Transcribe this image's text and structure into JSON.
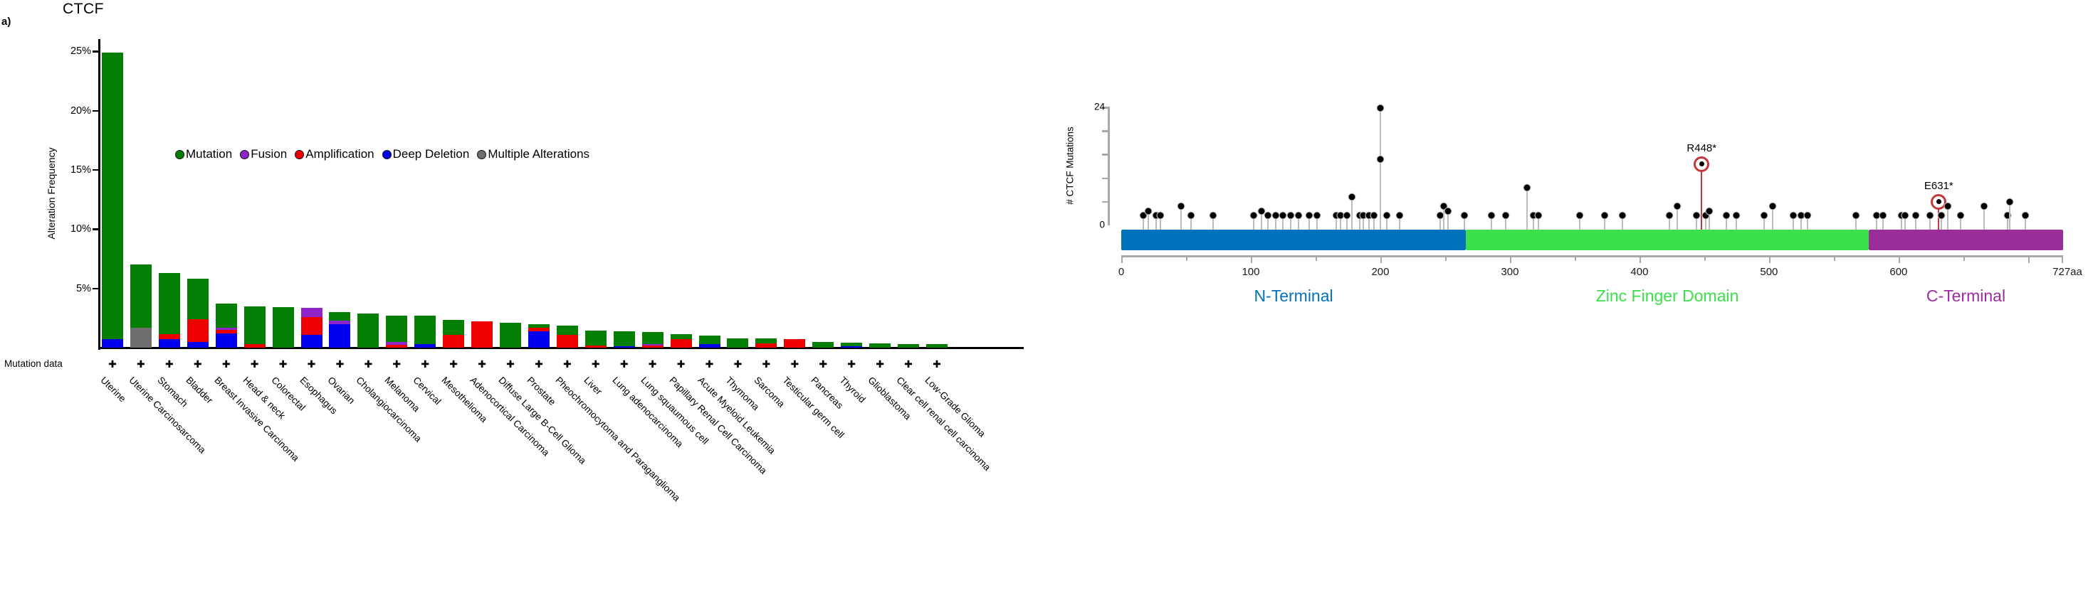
{
  "panel_label": "a)",
  "colors": {
    "mutation": "#067f06",
    "fusion": "#8e24c9",
    "amplification": "#ee0000",
    "deep_deletion": "#0000ee",
    "multiple_alterations": "#6e6e6e",
    "domain_n_terminal": "#0072bc",
    "domain_zinc_finger": "#3be04a",
    "domain_c_terminal": "#9b2d9b",
    "lollipop_stem": "#bcbcb4",
    "lollipop_special": "#c4373d",
    "axis_gray": "#a8a8a8"
  },
  "chart_data": [
    {
      "type": "bar",
      "title": "CTCF",
      "ylabel": "Alteration Frequency",
      "ylim": [
        0,
        26
      ],
      "yticks": [
        {
          "label": "25%",
          "value": 25
        },
        {
          "label": "20%",
          "value": 20
        },
        {
          "label": "15%",
          "value": 15
        },
        {
          "label": "10%",
          "value": 10
        },
        {
          "label": "5%",
          "value": 5
        }
      ],
      "legend": [
        {
          "label": "Mutation",
          "color_key": "mutation"
        },
        {
          "label": "Fusion",
          "color_key": "fusion"
        },
        {
          "label": "Amplification",
          "color_key": "amplification"
        },
        {
          "label": "Deep Deletion",
          "color_key": "deep_deletion"
        },
        {
          "label": "Multiple Alterations",
          "color_key": "multiple_alterations"
        }
      ],
      "mutation_data_label": "Mutation data",
      "mutation_data_symbol": "✚",
      "categories": [
        "Uterine",
        "Uterine Carcinosarcoma",
        "Stomach",
        "Bladder",
        "Breast Invasive Carcinoma",
        "Head & neck",
        "Colorectal",
        "Esophagus",
        "Ovarian",
        "Cholangiocarcinoma",
        "Melanoma",
        "Cervical",
        "Mesothelioma",
        "Adenocortical Carcinoma",
        "Diffuse Large B-Cell Glioma",
        "Prostate",
        "Pheochromocytoma and Paraganglioma",
        "Liver",
        "Lung adenocarcinoma",
        "Lung squaumous cell",
        "Papillary Renal Cell Carcinoma",
        "Acute Myeloid Leukemia",
        "Thymoma",
        "Sarcoma",
        "Testicular germ cell",
        "Pancreas",
        "Thyroid",
        "Glioblastoma",
        "Clear cell renal cell carcinoma",
        "Low-Grade Glioma"
      ],
      "stacks": [
        [
          [
            "deep_deletion",
            0.7
          ],
          [
            "mutation",
            24.2
          ]
        ],
        [
          [
            "multiple_alterations",
            1.7
          ],
          [
            "mutation",
            5.3
          ]
        ],
        [
          [
            "deep_deletion",
            0.7
          ],
          [
            "amplification",
            0.45
          ],
          [
            "mutation",
            5.15
          ]
        ],
        [
          [
            "deep_deletion",
            0.45
          ],
          [
            "amplification",
            1.95
          ],
          [
            "mutation",
            3.4
          ]
        ],
        [
          [
            "deep_deletion",
            1.2
          ],
          [
            "amplification",
            0.3
          ],
          [
            "fusion",
            0.2
          ],
          [
            "mutation",
            2.0
          ]
        ],
        [
          [
            "amplification",
            0.3
          ],
          [
            "mutation",
            3.2
          ]
        ],
        [
          [
            "mutation",
            3.4
          ]
        ],
        [
          [
            "deep_deletion",
            1.05
          ],
          [
            "amplification",
            1.55
          ],
          [
            "fusion",
            0.75
          ]
        ],
        [
          [
            "deep_deletion",
            1.95
          ],
          [
            "fusion",
            0.35
          ],
          [
            "mutation",
            0.7
          ]
        ],
        [
          [
            "mutation",
            2.85
          ]
        ],
        [
          [
            "amplification",
            0.25
          ],
          [
            "fusion",
            0.2
          ],
          [
            "mutation",
            2.25
          ]
        ],
        [
          [
            "deep_deletion",
            0.3
          ],
          [
            "mutation",
            2.4
          ]
        ],
        [
          [
            "amplification",
            1.1
          ],
          [
            "mutation",
            1.25
          ]
        ],
        [
          [
            "amplification",
            2.2
          ]
        ],
        [
          [
            "mutation",
            2.1
          ]
        ],
        [
          [
            "deep_deletion",
            1.4
          ],
          [
            "amplification",
            0.25
          ],
          [
            "mutation",
            0.35
          ]
        ],
        [
          [
            "amplification",
            1.05
          ],
          [
            "mutation",
            0.8
          ]
        ],
        [
          [
            "amplification",
            0.15
          ],
          [
            "mutation",
            1.3
          ]
        ],
        [
          [
            "deep_deletion",
            0.1
          ],
          [
            "mutation",
            1.25
          ]
        ],
        [
          [
            "amplification",
            0.15
          ],
          [
            "fusion",
            0.15
          ],
          [
            "mutation",
            1.0
          ]
        ],
        [
          [
            "amplification",
            0.7
          ],
          [
            "mutation",
            0.45
          ]
        ],
        [
          [
            "deep_deletion",
            0.3
          ],
          [
            "mutation",
            0.7
          ]
        ],
        [
          [
            "mutation",
            0.8
          ]
        ],
        [
          [
            "amplification",
            0.35
          ],
          [
            "mutation",
            0.45
          ]
        ],
        [
          [
            "amplification",
            0.7
          ]
        ],
        [
          [
            "mutation",
            0.45
          ]
        ],
        [
          [
            "deep_deletion",
            0.12
          ],
          [
            "mutation",
            0.3
          ]
        ],
        [
          [
            "mutation",
            0.35
          ]
        ],
        [
          [
            "mutation",
            0.3
          ]
        ],
        [
          [
            "mutation",
            0.28
          ]
        ]
      ]
    },
    {
      "type": "lollipop",
      "ylabel": "# CTCF Mutations",
      "ylim": [
        0,
        24
      ],
      "ytick_top_label": "24",
      "ytick_bottom_label": "0",
      "protein_length": 727,
      "xticks": [
        0,
        100,
        200,
        300,
        400,
        500,
        600
      ],
      "x_end_label": "727aa",
      "domains": [
        {
          "name": "N-Terminal",
          "start": 0,
          "end": 266,
          "color_key": "domain_n_terminal"
        },
        {
          "name": "Zinc Finger Domain",
          "start": 266,
          "end": 577,
          "color_key": "domain_zinc_finger"
        },
        {
          "name": "C-Terminal",
          "start": 577,
          "end": 727,
          "color_key": "domain_c_terminal"
        }
      ],
      "mutations": [
        {
          "aa": 17,
          "count": 1
        },
        {
          "aa": 21,
          "count": 2
        },
        {
          "aa": 27,
          "count": 1
        },
        {
          "aa": 30,
          "count": 1
        },
        {
          "aa": 46,
          "count": 3
        },
        {
          "aa": 54,
          "count": 1
        },
        {
          "aa": 71,
          "count": 1
        },
        {
          "aa": 102,
          "count": 1
        },
        {
          "aa": 108,
          "count": 2
        },
        {
          "aa": 113,
          "count": 1
        },
        {
          "aa": 119,
          "count": 1
        },
        {
          "aa": 125,
          "count": 1
        },
        {
          "aa": 131,
          "count": 1
        },
        {
          "aa": 137,
          "count": 1
        },
        {
          "aa": 145,
          "count": 1
        },
        {
          "aa": 151,
          "count": 1
        },
        {
          "aa": 166,
          "count": 1
        },
        {
          "aa": 169,
          "count": 1
        },
        {
          "aa": 174,
          "count": 1
        },
        {
          "aa": 178,
          "count": 5
        },
        {
          "aa": 184,
          "count": 1
        },
        {
          "aa": 187,
          "count": 1
        },
        {
          "aa": 191,
          "count": 1
        },
        {
          "aa": 195,
          "count": 1
        },
        {
          "aa": 200,
          "count": 24
        },
        {
          "aa": 200,
          "count": 13
        },
        {
          "aa": 205,
          "count": 1
        },
        {
          "aa": 215,
          "count": 1
        },
        {
          "aa": 246,
          "count": 1
        },
        {
          "aa": 249,
          "count": 3
        },
        {
          "aa": 252,
          "count": 2
        },
        {
          "aa": 265,
          "count": 1
        },
        {
          "aa": 286,
          "count": 1
        },
        {
          "aa": 297,
          "count": 1
        },
        {
          "aa": 313,
          "count": 7
        },
        {
          "aa": 318,
          "count": 1
        },
        {
          "aa": 322,
          "count": 1
        },
        {
          "aa": 354,
          "count": 1
        },
        {
          "aa": 373,
          "count": 1
        },
        {
          "aa": 387,
          "count": 1
        },
        {
          "aa": 423,
          "count": 1
        },
        {
          "aa": 429,
          "count": 3
        },
        {
          "aa": 444,
          "count": 1
        },
        {
          "aa": 448,
          "count": 12,
          "label": "R448*"
        },
        {
          "aa": 451,
          "count": 1
        },
        {
          "aa": 454,
          "count": 2
        },
        {
          "aa": 467,
          "count": 1
        },
        {
          "aa": 475,
          "count": 1
        },
        {
          "aa": 496,
          "count": 1
        },
        {
          "aa": 503,
          "count": 3
        },
        {
          "aa": 519,
          "count": 1
        },
        {
          "aa": 525,
          "count": 1
        },
        {
          "aa": 530,
          "count": 1
        },
        {
          "aa": 567,
          "count": 1
        },
        {
          "aa": 583,
          "count": 1
        },
        {
          "aa": 588,
          "count": 1
        },
        {
          "aa": 602,
          "count": 1
        },
        {
          "aa": 605,
          "count": 1
        },
        {
          "aa": 613,
          "count": 1
        },
        {
          "aa": 624,
          "count": 1
        },
        {
          "aa": 631,
          "count": 4,
          "label": "E631*"
        },
        {
          "aa": 633,
          "count": 1
        },
        {
          "aa": 638,
          "count": 3
        },
        {
          "aa": 648,
          "count": 1
        },
        {
          "aa": 666,
          "count": 3
        },
        {
          "aa": 684,
          "count": 1
        },
        {
          "aa": 686,
          "count": 4
        },
        {
          "aa": 698,
          "count": 1
        }
      ]
    }
  ]
}
